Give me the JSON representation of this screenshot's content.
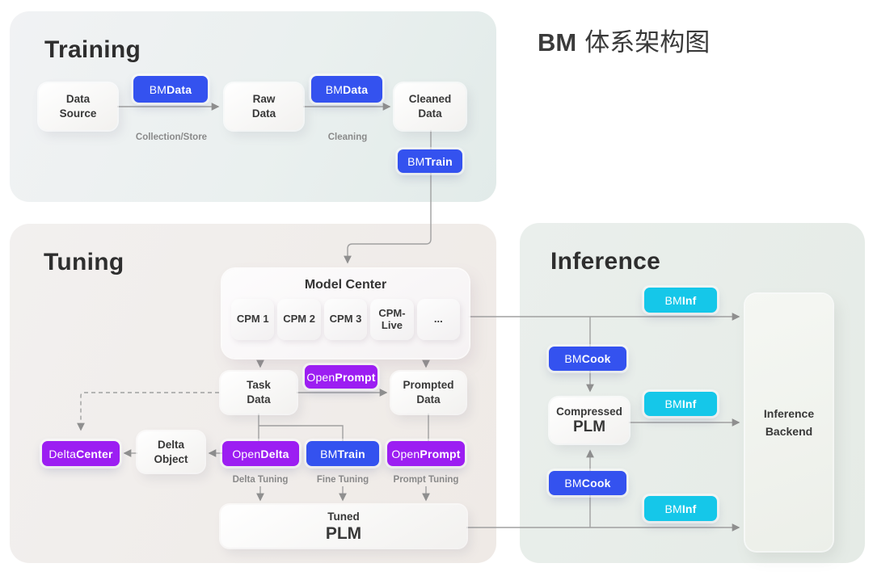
{
  "colors": {
    "blue": "#3452ef",
    "purple": "#9c1ef2",
    "cyan": "#15c7e9"
  },
  "page_title": {
    "brand": "BM",
    "suffix": "体系架构图"
  },
  "badges": {
    "bmdata": {
      "prefix": "BM",
      "bold": "Data"
    },
    "bmtrain": {
      "prefix": "BM",
      "bold": "Train"
    },
    "bminf": {
      "prefix": "BM",
      "bold": "Inf"
    },
    "bmcook": {
      "prefix": "BM",
      "bold": "Cook"
    },
    "openprompt": {
      "prefix": "Open",
      "bold": "Prompt"
    },
    "opendelta": {
      "prefix": "Open",
      "bold": "Delta"
    },
    "deltacenter": {
      "prefix": "Delta",
      "bold": "Center"
    }
  },
  "training": {
    "heading": "Training",
    "data_source": [
      "Data",
      "Source"
    ],
    "raw_data": [
      "Raw",
      "Data"
    ],
    "cleaned_data": [
      "Cleaned",
      "Data"
    ],
    "collection_label": "Collection/Store",
    "cleaning_label": "Cleaning"
  },
  "tuning": {
    "heading": "Tuning",
    "model_center": {
      "title": "Model Center",
      "models": [
        "CPM 1",
        "CPM 2",
        "CPM 3",
        "CPM-Live",
        "..."
      ]
    },
    "task_data": [
      "Task",
      "Data"
    ],
    "prompted_data": [
      "Prompted",
      "Data"
    ],
    "delta_object": [
      "Delta",
      "Object"
    ],
    "tuned_plm": [
      "Tuned",
      "PLM"
    ],
    "tuning_labels": [
      "Delta Tuning",
      "Fine Tuning",
      "Prompt Tuning"
    ]
  },
  "inference": {
    "heading": "Inference",
    "compressed_plm": [
      "Compressed",
      "PLM"
    ],
    "inference_backend": [
      "Inference",
      "Backend"
    ]
  }
}
